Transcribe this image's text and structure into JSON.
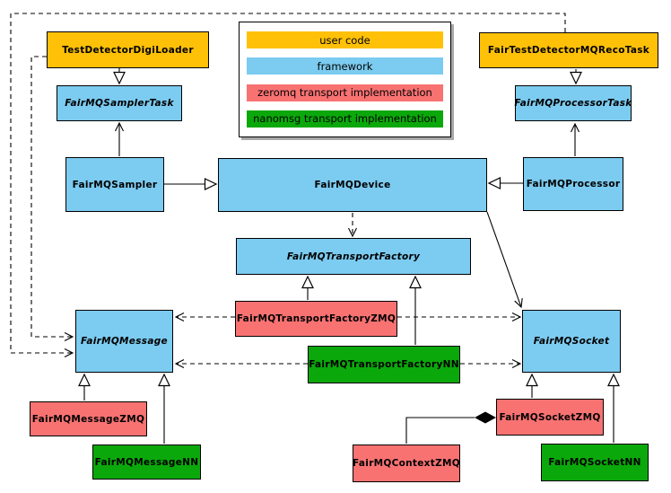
{
  "colors": {
    "user_code": "#FFC107",
    "framework": "#7CCBF0",
    "zeromq": "#F97272",
    "nanomsg": "#0BA80B",
    "border": "#000000",
    "background": "#FFFFFF"
  },
  "legend": {
    "items": [
      {
        "id": "user",
        "label": "user code"
      },
      {
        "id": "framework",
        "label": "framework"
      },
      {
        "id": "zeromq",
        "label": "zeromq transport implementation"
      },
      {
        "id": "nanomsg",
        "label": "nanomsg transport implementation"
      }
    ]
  },
  "nodes": {
    "testDetectorDigiLoader": {
      "label": "TestDetectorDigiLoader",
      "category": "user",
      "abstract": false
    },
    "fairTestDetectorMQRecoTask": {
      "label": "FairTestDetectorMQRecoTask",
      "category": "user",
      "abstract": false
    },
    "samplerTask": {
      "label": "FairMQSamplerTask",
      "category": "framework",
      "abstract": true
    },
    "processorTask": {
      "label": "FairMQProcessorTask",
      "category": "framework",
      "abstract": true
    },
    "sampler": {
      "label": "FairMQSampler",
      "category": "framework",
      "abstract": false
    },
    "device": {
      "label": "FairMQDevice",
      "category": "framework",
      "abstract": false
    },
    "processor": {
      "label": "FairMQProcessor",
      "category": "framework",
      "abstract": false
    },
    "transportFactory": {
      "label": "FairMQTransportFactory",
      "category": "framework",
      "abstract": true
    },
    "transportFactoryZMQ": {
      "label": "FairMQTransportFactoryZMQ",
      "category": "zeromq",
      "abstract": false
    },
    "transportFactoryNN": {
      "label": "FairMQTransportFactoryNN",
      "category": "nanomsg",
      "abstract": false
    },
    "message": {
      "label": "FairMQMessage",
      "category": "framework",
      "abstract": true
    },
    "socket": {
      "label": "FairMQSocket",
      "category": "framework",
      "abstract": true
    },
    "messageZMQ": {
      "label": "FairMQMessageZMQ",
      "category": "zeromq",
      "abstract": false
    },
    "messageNN": {
      "label": "FairMQMessageNN",
      "category": "nanomsg",
      "abstract": false
    },
    "socketZMQ": {
      "label": "FairMQSocketZMQ",
      "category": "zeromq",
      "abstract": false
    },
    "socketNN": {
      "label": "FairMQSocketNN",
      "category": "nanomsg",
      "abstract": false
    },
    "contextZMQ": {
      "label": "FairMQContextZMQ",
      "category": "zeromq",
      "abstract": false
    }
  },
  "edges": [
    {
      "from": "TestDetectorDigiLoader",
      "to": "FairMQSamplerTask",
      "type": "inheritance"
    },
    {
      "from": "FairTestDetectorMQRecoTask",
      "to": "FairMQProcessorTask",
      "type": "inheritance"
    },
    {
      "from": "FairMQSampler",
      "to": "FairMQSamplerTask",
      "type": "association"
    },
    {
      "from": "FairMQProcessor",
      "to": "FairMQProcessorTask",
      "type": "association"
    },
    {
      "from": "FairMQSampler",
      "to": "FairMQDevice",
      "type": "inheritance"
    },
    {
      "from": "FairMQProcessor",
      "to": "FairMQDevice",
      "type": "inheritance"
    },
    {
      "from": "FairMQDevice",
      "to": "FairMQTransportFactory",
      "type": "dependency"
    },
    {
      "from": "FairMQDevice",
      "to": "FairMQSocket",
      "type": "association"
    },
    {
      "from": "FairMQTransportFactoryZMQ",
      "to": "FairMQTransportFactory",
      "type": "inheritance"
    },
    {
      "from": "FairMQTransportFactoryNN",
      "to": "FairMQTransportFactory",
      "type": "inheritance"
    },
    {
      "from": "FairMQTransportFactoryZMQ",
      "to": "FairMQMessage",
      "type": "dependency"
    },
    {
      "from": "FairMQTransportFactoryZMQ",
      "to": "FairMQSocket",
      "type": "dependency"
    },
    {
      "from": "FairMQTransportFactoryNN",
      "to": "FairMQMessage",
      "type": "dependency"
    },
    {
      "from": "FairMQTransportFactoryNN",
      "to": "FairMQSocket",
      "type": "dependency"
    },
    {
      "from": "TestDetectorDigiLoader",
      "to": "FairMQMessage",
      "type": "dependency"
    },
    {
      "from": "FairTestDetectorMQRecoTask",
      "to": "FairMQMessage",
      "type": "dependency"
    },
    {
      "from": "FairMQMessageZMQ",
      "to": "FairMQMessage",
      "type": "inheritance"
    },
    {
      "from": "FairMQMessageNN",
      "to": "FairMQMessage",
      "type": "inheritance"
    },
    {
      "from": "FairMQSocketZMQ",
      "to": "FairMQSocket",
      "type": "inheritance"
    },
    {
      "from": "FairMQSocketNN",
      "to": "FairMQSocket",
      "type": "inheritance"
    },
    {
      "from": "FairMQContextZMQ",
      "to": "FairMQSocketZMQ",
      "type": "composition"
    }
  ]
}
